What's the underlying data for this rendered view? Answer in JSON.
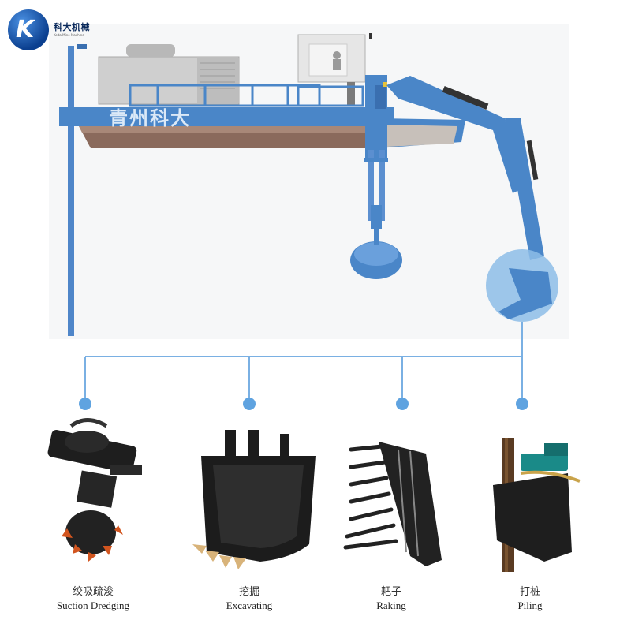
{
  "logo": {
    "mark_letter": "K",
    "cn_name": "科大机械",
    "en_name": "Keda Mine Machine"
  },
  "hull_text": "青州科大",
  "colors": {
    "hull_blue": "#4a86c8",
    "frame_blue": "#5b8fd0",
    "connector_blue": "#6aa8e0",
    "engine_grey": "#c9c9c9",
    "tool_dark": "#1e1e1e"
  },
  "tools": [
    {
      "key": "suction",
      "cn": "绞吸疏浚",
      "en": "Suction Dredging",
      "icon": "cutter-head-icon"
    },
    {
      "key": "excavating",
      "cn": "挖掘",
      "en": "Excavating",
      "icon": "bucket-icon"
    },
    {
      "key": "raking",
      "cn": "耙子",
      "en": "Raking",
      "icon": "rake-icon"
    },
    {
      "key": "piling",
      "cn": "打桩",
      "en": "Piling",
      "icon": "pile-driver-icon"
    }
  ]
}
